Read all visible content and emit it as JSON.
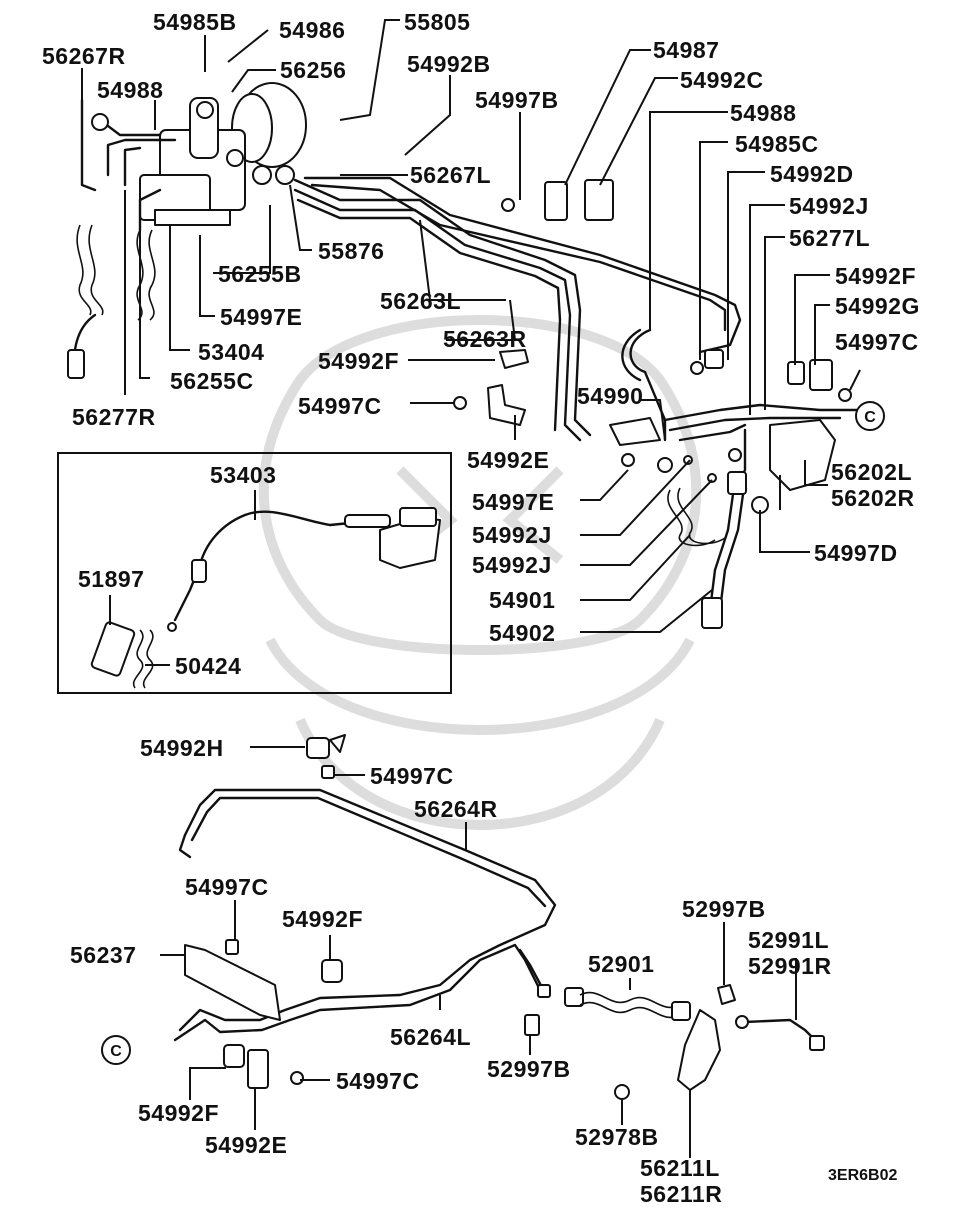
{
  "diagram": {
    "drawing_code": "3ER6B02",
    "connector_symbol": "C",
    "labels": {
      "p54985B": "54985B",
      "p54986": "54986",
      "p55805": "55805",
      "p56267R": "56267R",
      "p56256": "56256",
      "p54992B": "54992B",
      "p54988_top": "54988",
      "p54987": "54987",
      "p54992C": "54992C",
      "p54997B": "54997B",
      "p54988_right": "54988",
      "p54985C": "54985C",
      "p56267L": "56267L",
      "p54992D": "54992D",
      "p54992J_top": "54992J",
      "p55876": "55876",
      "p56277L": "56277L",
      "p56255B": "56255B",
      "p54992F_top": "54992F",
      "p56263L": "56263L",
      "p54992G": "54992G",
      "p54997E_top": "54997E",
      "p56263R": "56263R",
      "p54997C_topright": "54997C",
      "p53404": "53404",
      "p54992F_mid": "54992F",
      "p56255C": "56255C",
      "p54990": "54990",
      "p54997C_mid": "54997C",
      "p56277R": "56277R",
      "p54992E_mid": "54992E",
      "p56202L": "56202L",
      "p53403": "53403",
      "p56202R": "56202R",
      "p54997E_mid": "54997E",
      "p54992J_a": "54992J",
      "p54997D": "54997D",
      "p54992J_b": "54992J",
      "p51897": "51897",
      "p54901": "54901",
      "p54902": "54902",
      "p50424": "50424",
      "p54992H": "54992H",
      "p54997C_low": "54997C",
      "p56264R": "56264R",
      "p54997C_bottomleft": "54997C",
      "p52997B_top": "52997B",
      "p54992F_low": "54992F",
      "p52991L": "52991L",
      "p56237": "56237",
      "p52901": "52901",
      "p52991R": "52991R",
      "p56264L": "56264L",
      "p52997B_low": "52997B",
      "p54997C_bottom": "54997C",
      "p54992F_bottom": "54992F",
      "p52978B": "52978B",
      "p54992E_bottom": "54992E",
      "p56211L": "56211L",
      "p56211R": "56211R"
    }
  }
}
